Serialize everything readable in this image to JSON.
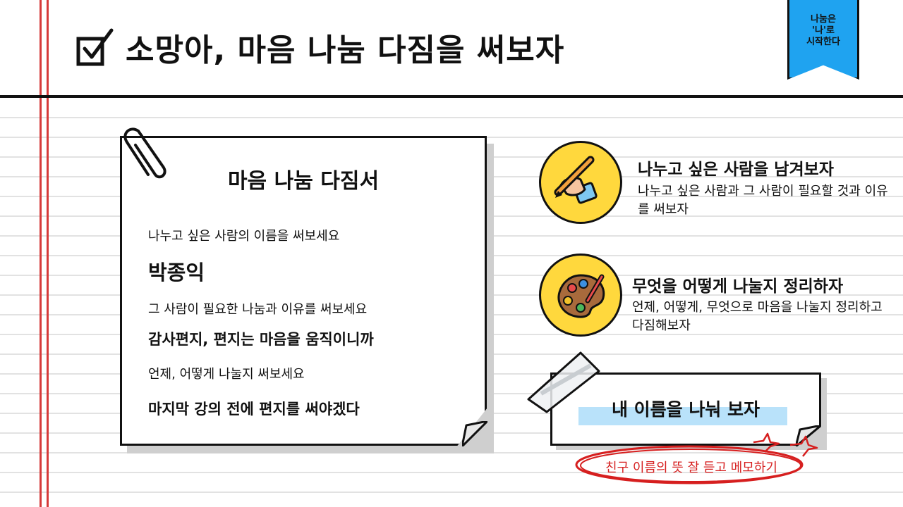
{
  "page": {
    "title": "소망아, 마음 나눔 다짐을 써보자",
    "ribbon_text": "나눔은\n'나'로\n시작한다"
  },
  "note": {
    "title": "마음 나눔 다짐서",
    "entries": [
      {
        "label": "나누고 싶은 사람의 이름을 써보세요",
        "answer": "박종익"
      },
      {
        "label": "그 사람이 필요한 나눔과 이유를 써보세요",
        "answer": "감사편지, 편지는 마음을 움직이니까"
      },
      {
        "label": "언제, 어떻게 나눌지 써보세요",
        "answer": "마지막 강의 전에 편지를 써야겠다"
      }
    ]
  },
  "guide": {
    "items": [
      {
        "icon": "hand-pencil-icon",
        "title": "나누고 싶은 사람을 남겨보자",
        "desc": "나누고 싶은 사람과 그 사람이 필요할 것과 이유를 써보자"
      },
      {
        "icon": "paint-palette-icon",
        "title": "무엇을 어떻게 나눌지 정리하자",
        "desc": "언제, 어떻게, 무엇으로 마음을 나눌지 정리하고 다짐해보자"
      }
    ]
  },
  "tag": {
    "label": "내 이름을 나눠 보자",
    "memo": "친구 이름의 뜻 잘 듣고 메모하기"
  },
  "colors": {
    "ribbon": "#1fa3f0",
    "icon_circle": "#ffd83d",
    "highlight": "#b9e2fa",
    "accent_red": "#d61f1f",
    "margin_line": "#d63a3a"
  }
}
